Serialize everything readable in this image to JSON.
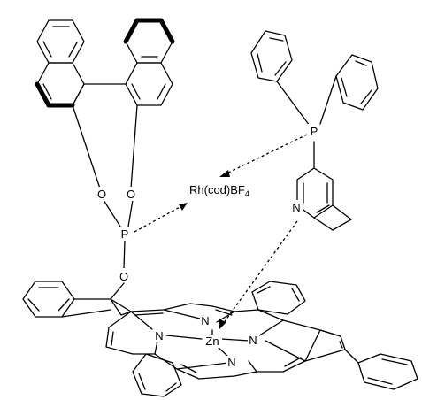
{
  "atoms": {
    "o_left": "O",
    "o_right": "O",
    "p_phosphite": "P",
    "o_aryl": "O",
    "p_phosphine": "P",
    "n_pyridine": "N",
    "n_porph_top": "N",
    "n_porph_left": "N",
    "n_porph_right": "N",
    "n_porph_bottom": "N",
    "zinc": "Zn"
  },
  "complex": {
    "prefix": "Rh(cod)BF",
    "subscript": "4"
  }
}
